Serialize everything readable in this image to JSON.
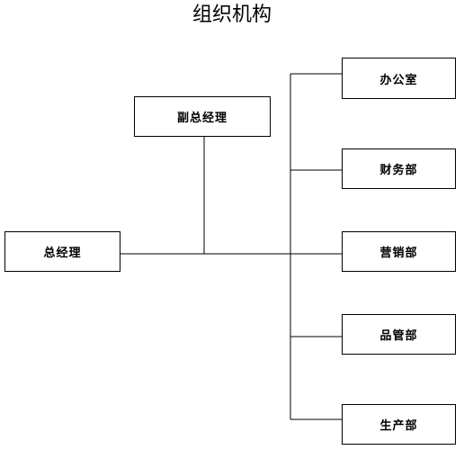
{
  "title": "组织机构",
  "nodes": {
    "gm": "总经理",
    "deputy_gm": "副总经理",
    "office": "办公室",
    "finance": "财务部",
    "sales": "营销部",
    "quality": "品管部",
    "production": "生产部"
  }
}
